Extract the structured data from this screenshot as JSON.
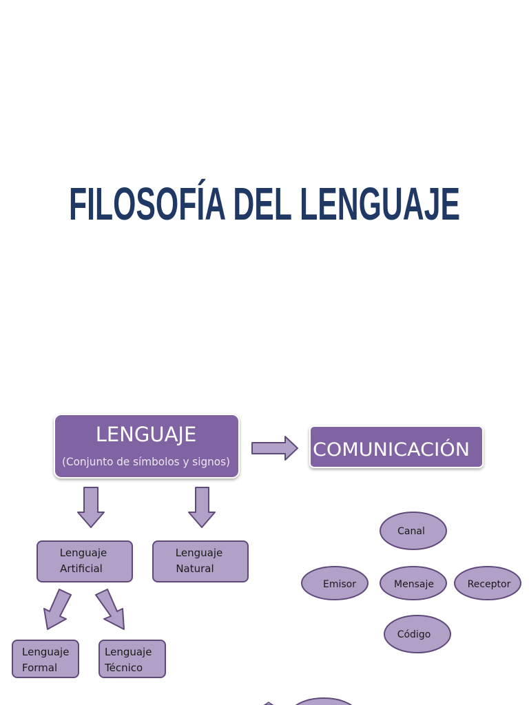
{
  "title": "FILOSOFÍA DEL LENGUAJE",
  "nodes": {
    "lenguaje": {
      "label": "LENGUAJE",
      "sublabel": "(Conjunto de símbolos y signos)"
    },
    "comunicacion": {
      "label": "COMUNICACIÓN"
    },
    "artificial": {
      "line1": "Lenguaje",
      "line2": "Artificial"
    },
    "natural": {
      "line1": "Lenguaje",
      "line2": "Natural"
    },
    "formal": {
      "line1": "Lenguaje",
      "line2": "Formal"
    },
    "tecnico": {
      "line1": "Lenguaje",
      "line2": "Técnico"
    },
    "canal": {
      "label": "Canal"
    },
    "emisor": {
      "label": "Emisor"
    },
    "mensaje": {
      "label": "Mensaje"
    },
    "receptor": {
      "label": "Receptor"
    },
    "codigo": {
      "label": "Código"
    }
  },
  "colors": {
    "title": "#1f3864",
    "dark_purple": "#8064a2",
    "light_purple": "#b2a1c7",
    "outline": "#5f497a"
  }
}
